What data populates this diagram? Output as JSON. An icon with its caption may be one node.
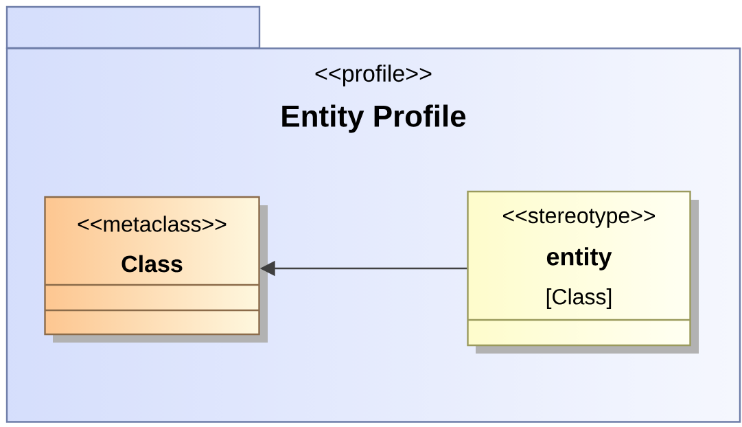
{
  "diagram": {
    "nodes": [
      {
        "text": [
          "<<profile>>",
          "Entity Profile"
        ]
      },
      {
        "text": [
          "<<metaclass>>",
          "Class"
        ],
        "in": 0
      },
      {
        "text": [
          "<<stereotype>>",
          "entity",
          "[Class]"
        ],
        "in": 0
      }
    ],
    "edges": [
      {
        "from": 2,
        "to": 1,
        "arrow": "to"
      }
    ]
  }
}
